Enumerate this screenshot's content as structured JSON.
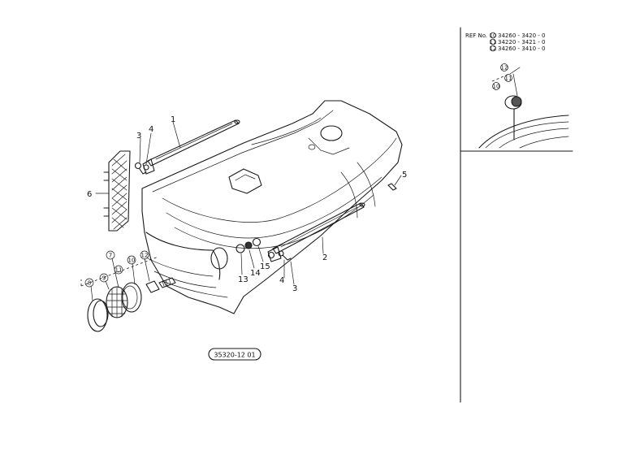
{
  "callouts": {
    "c1": "1",
    "c2": "2",
    "c3a": "3",
    "c3b": "3",
    "c4a": "4",
    "c4b": "4",
    "c5": "5",
    "c6": "6",
    "c7": "7",
    "c8": "8",
    "c9": "9",
    "c10": "10",
    "c11": "11",
    "c12": "12",
    "c13": "13",
    "c14": "14",
    "c15": "15"
  },
  "ref_panel": {
    "title": "REF No.",
    "rows": [
      {
        "marker": "10",
        "part": "34260 - 3420 - 0"
      },
      {
        "marker": "11",
        "part": "34220 - 3421 - 0"
      },
      {
        "marker": "12",
        "part": "34260 - 3410 - 0"
      }
    ],
    "detail_labels": [
      "12",
      "11",
      "10"
    ]
  },
  "diagram_code": "35320-12 01"
}
